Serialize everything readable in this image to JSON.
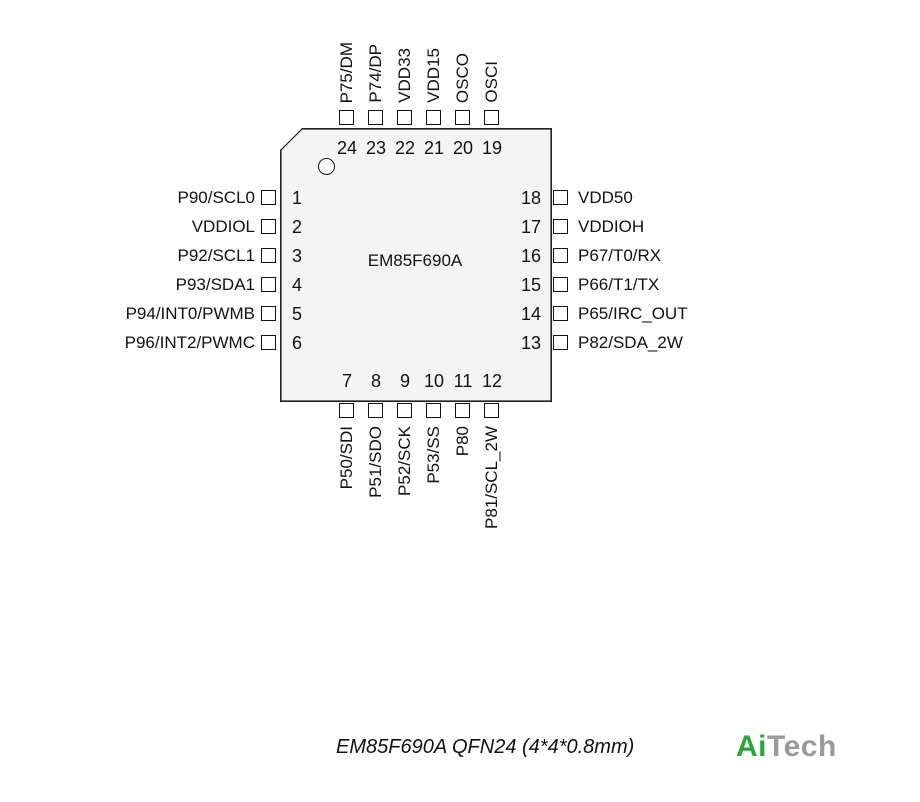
{
  "chip": {
    "name": "EM85F690A"
  },
  "pins_left": [
    {
      "num": "1",
      "label": "P90/SCL0"
    },
    {
      "num": "2",
      "label": "VDDIOL"
    },
    {
      "num": "3",
      "label": "P92/SCL1"
    },
    {
      "num": "4",
      "label": "P93/SDA1"
    },
    {
      "num": "5",
      "label": "P94/INT0/PWMB"
    },
    {
      "num": "6",
      "label": "P96/INT2/PWMC"
    }
  ],
  "pins_bottom": [
    {
      "num": "7",
      "label": "P50/SDI"
    },
    {
      "num": "8",
      "label": "P51/SDO"
    },
    {
      "num": "9",
      "label": "P52/SCK"
    },
    {
      "num": "10",
      "label": "P53/SS"
    },
    {
      "num": "11",
      "label": "P80"
    },
    {
      "num": "12",
      "label": "P81/SCL_2W"
    }
  ],
  "pins_right": [
    {
      "num": "13",
      "label": "P82/SDA_2W"
    },
    {
      "num": "14",
      "label": "P65/IRC_OUT"
    },
    {
      "num": "15",
      "label": "P66/T1/TX"
    },
    {
      "num": "16",
      "label": "P67/T0/RX"
    },
    {
      "num": "17",
      "label": "VDDIOH"
    },
    {
      "num": "18",
      "label": "VDD50"
    }
  ],
  "pins_top": [
    {
      "num": "19",
      "label": "OSCI"
    },
    {
      "num": "20",
      "label": "OSCO"
    },
    {
      "num": "21",
      "label": "VDD15"
    },
    {
      "num": "22",
      "label": "VDD33"
    },
    {
      "num": "23",
      "label": "P74/DP"
    },
    {
      "num": "24",
      "label": "P75/DM"
    }
  ],
  "caption": "EM85F690A QFN24 (4*4*0.8mm)",
  "brand": {
    "part1": "Ai",
    "part2": "Tech"
  },
  "colors": {
    "brand_green": "#2aa53a",
    "brand_gray": "#9a9a9a",
    "chip_fill": "#f4f4f4"
  }
}
